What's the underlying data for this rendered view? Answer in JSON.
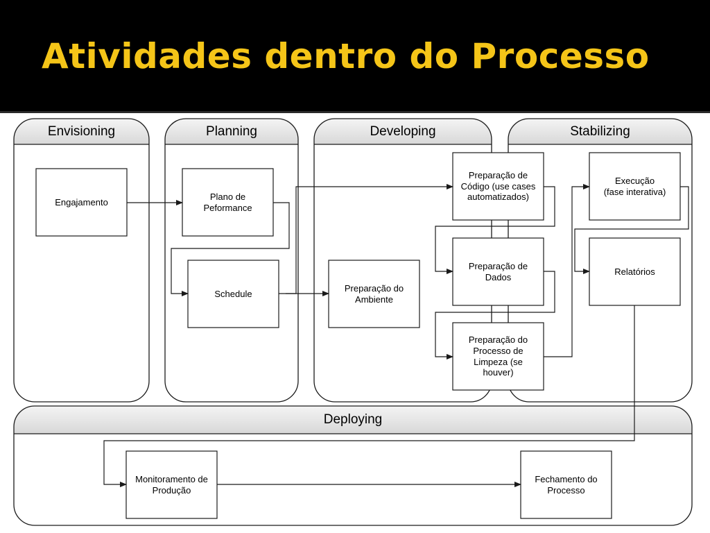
{
  "title": "Atividades dentro do Processo",
  "phases": {
    "envisioning": "Envisioning",
    "planning": "Planning",
    "developing": "Developing",
    "stabilizing": "Stabilizing",
    "deploying": "Deploying"
  },
  "activities": {
    "engajamento": "Engajamento",
    "plano_performance": "Plano de\nPeformance",
    "schedule": "Schedule",
    "preparacao_ambiente": "Preparação do\nAmbiente",
    "preparacao_codigo": "Preparação de\nCódigo (use cases\nautomatizados)",
    "preparacao_dados": "Preparação de\nDados",
    "preparacao_limpeza": "Preparação do\nProcesso de\nLimpeza (se\nhouver)",
    "execucao": "Execução\n(fase interativa)",
    "relatorios": "Relatórios",
    "monitoramento": "Monitoramento de\nProdução",
    "fechamento": "Fechamento do\nProcesso"
  },
  "colors": {
    "title": "#f5c518",
    "background": "#000000",
    "header_gradient_top": "#f4f4f4",
    "header_gradient_bottom": "#d8d8d8",
    "stroke": "#1a1a1a"
  }
}
